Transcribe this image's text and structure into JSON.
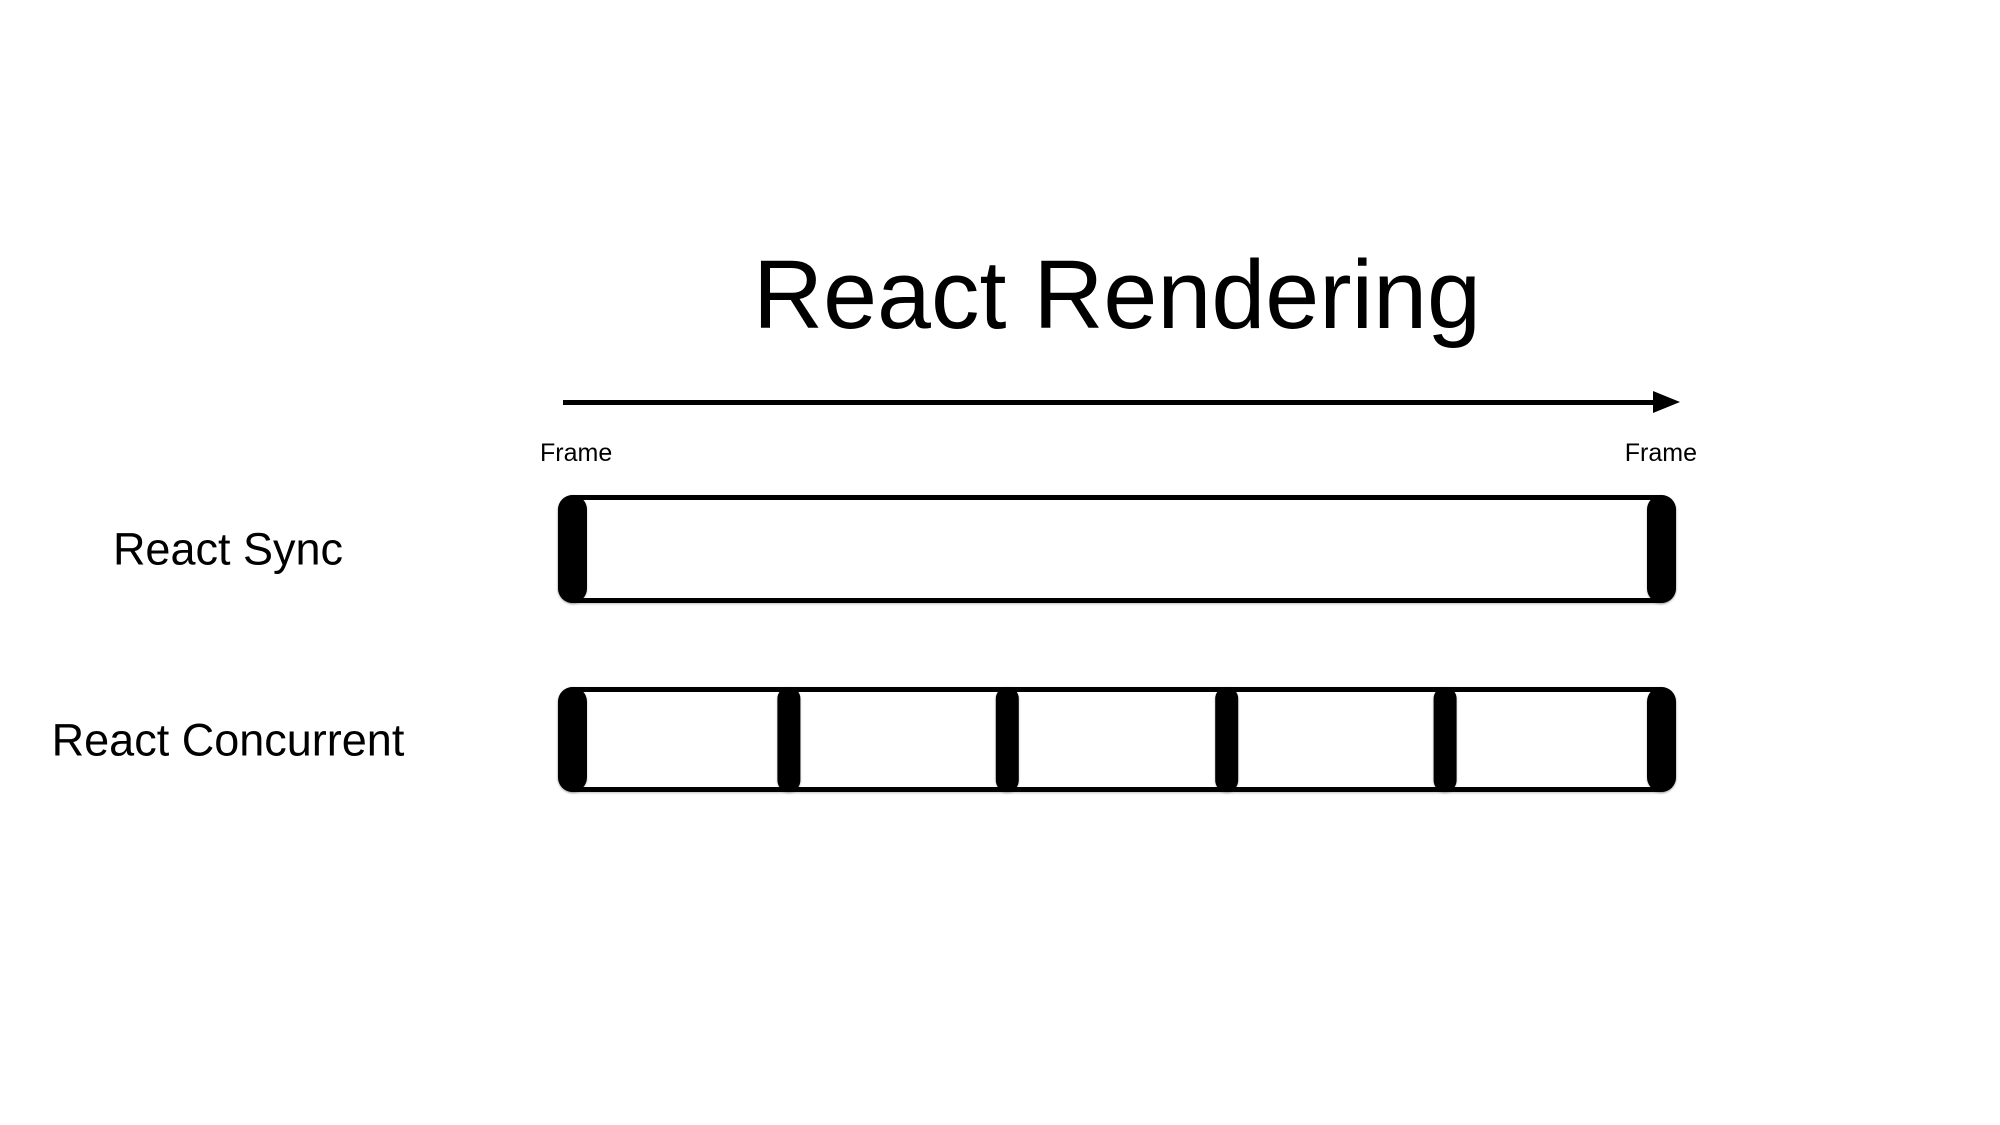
{
  "title": "React Rendering",
  "timeline": {
    "start_label": "Frame",
    "end_label": "Frame"
  },
  "rows": [
    {
      "label": "React Sync",
      "segments": 1
    },
    {
      "label": "React Concurrent",
      "segments": 5
    }
  ],
  "colors": {
    "ink": "#000000",
    "background": "#ffffff"
  }
}
